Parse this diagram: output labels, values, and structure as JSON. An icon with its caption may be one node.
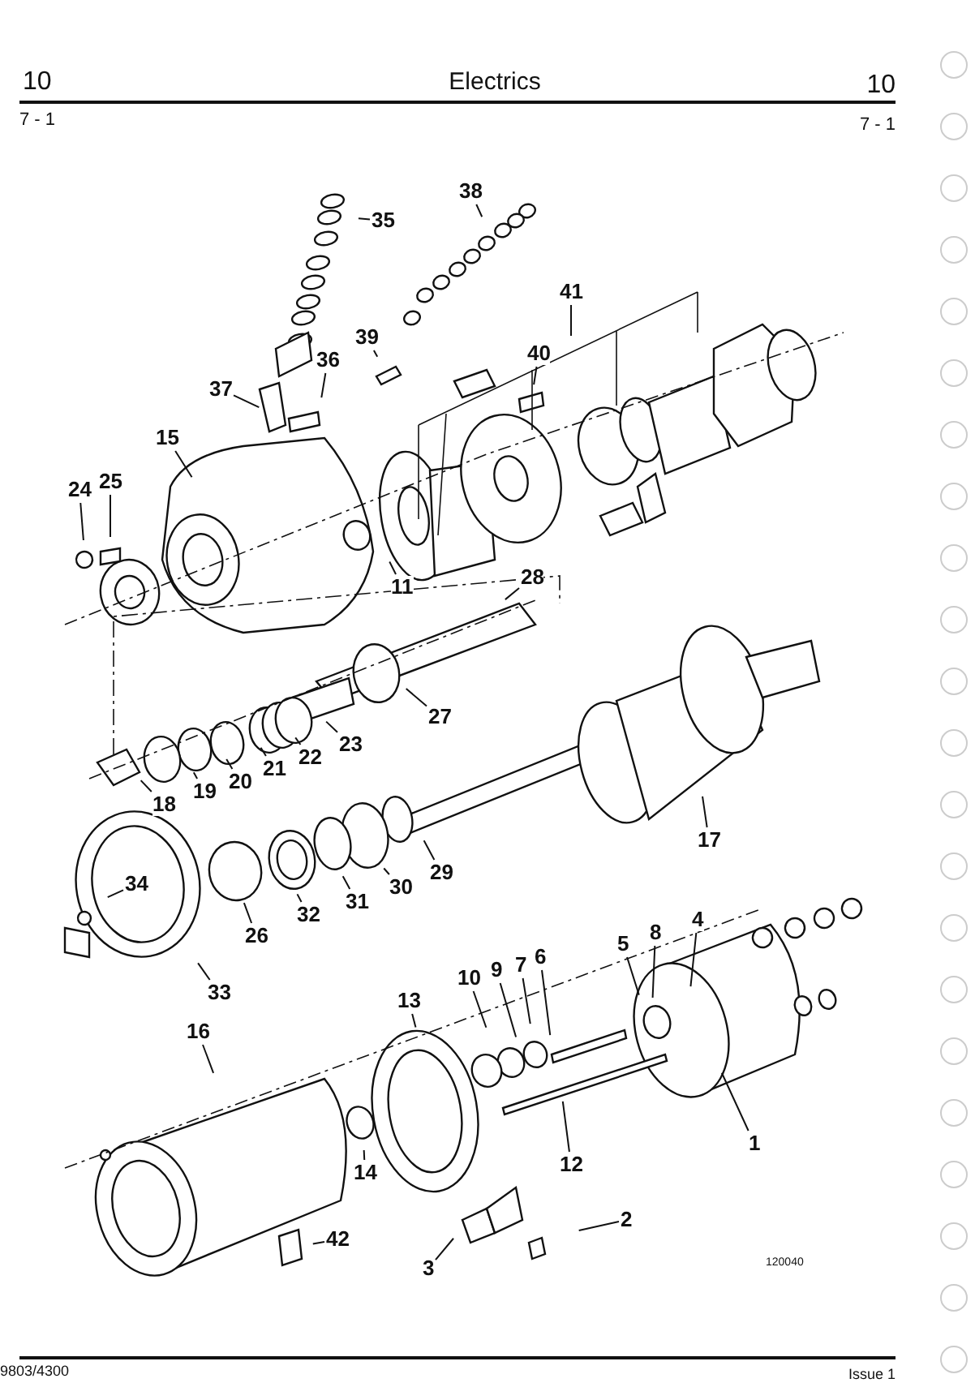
{
  "diagram": {
    "title": "Electrics",
    "nodes": [
      {
        "text": [
          "1"
        ]
      },
      {
        "text": [
          "2"
        ]
      },
      {
        "text": [
          "3"
        ]
      },
      {
        "text": [
          "4"
        ]
      },
      {
        "text": [
          "5"
        ]
      },
      {
        "text": [
          "6"
        ]
      },
      {
        "text": [
          "7"
        ]
      },
      {
        "text": [
          "8"
        ]
      },
      {
        "text": [
          "9"
        ]
      },
      {
        "text": [
          "10"
        ]
      },
      {
        "text": [
          "11"
        ]
      },
      {
        "text": [
          "12"
        ]
      },
      {
        "text": [
          "13"
        ]
      },
      {
        "text": [
          "14"
        ]
      },
      {
        "text": [
          "15"
        ]
      },
      {
        "text": [
          "16"
        ]
      },
      {
        "text": [
          "17"
        ]
      },
      {
        "text": [
          "18"
        ]
      },
      {
        "text": [
          "19"
        ]
      },
      {
        "text": [
          "20"
        ]
      },
      {
        "text": [
          "21"
        ]
      },
      {
        "text": [
          "22"
        ]
      },
      {
        "text": [
          "23"
        ]
      },
      {
        "text": [
          "24"
        ]
      },
      {
        "text": [
          "25"
        ]
      },
      {
        "text": [
          "26"
        ]
      },
      {
        "text": [
          "27"
        ]
      },
      {
        "text": [
          "28"
        ]
      },
      {
        "text": [
          "29"
        ]
      },
      {
        "text": [
          "30"
        ]
      },
      {
        "text": [
          "31"
        ]
      },
      {
        "text": [
          "32"
        ]
      },
      {
        "text": [
          "33"
        ]
      },
      {
        "text": [
          "34"
        ]
      },
      {
        "text": [
          "35"
        ]
      },
      {
        "text": [
          "36"
        ]
      },
      {
        "text": [
          "37"
        ]
      },
      {
        "text": [
          "38"
        ]
      },
      {
        "text": [
          "39"
        ]
      },
      {
        "text": [
          "40"
        ]
      },
      {
        "text": [
          "41"
        ]
      },
      {
        "text": [
          "42"
        ]
      }
    ],
    "edges": [
      {
        "from": 0,
        "to": null,
        "arrow": "none"
      },
      {
        "from": 1,
        "to": null,
        "arrow": "none"
      },
      {
        "from": 2,
        "to": null,
        "arrow": "none"
      },
      {
        "from": 3,
        "to": null,
        "arrow": "none"
      },
      {
        "from": 4,
        "to": null,
        "arrow": "none"
      },
      {
        "from": 5,
        "to": null,
        "arrow": "none"
      },
      {
        "from": 6,
        "to": null,
        "arrow": "none"
      },
      {
        "from": 7,
        "to": null,
        "arrow": "none"
      },
      {
        "from": 8,
        "to": null,
        "arrow": "none"
      },
      {
        "from": 9,
        "to": null,
        "arrow": "none"
      },
      {
        "from": 10,
        "to": null,
        "arrow": "none"
      },
      {
        "from": 11,
        "to": null,
        "arrow": "none"
      },
      {
        "from": 12,
        "to": null,
        "arrow": "none"
      },
      {
        "from": 13,
        "to": null,
        "arrow": "none"
      },
      {
        "from": 14,
        "to": null,
        "arrow": "none"
      },
      {
        "from": 15,
        "to": null,
        "arrow": "none"
      },
      {
        "from": 16,
        "to": null,
        "arrow": "none"
      },
      {
        "from": 17,
        "to": null,
        "arrow": "none"
      },
      {
        "from": 18,
        "to": null,
        "arrow": "none"
      },
      {
        "from": 19,
        "to": null,
        "arrow": "none"
      },
      {
        "from": 20,
        "to": null,
        "arrow": "none"
      },
      {
        "from": 21,
        "to": null,
        "arrow": "none"
      },
      {
        "from": 22,
        "to": null,
        "arrow": "none"
      },
      {
        "from": 23,
        "to": null,
        "arrow": "none"
      },
      {
        "from": 24,
        "to": null,
        "arrow": "none"
      },
      {
        "from": 25,
        "to": null,
        "arrow": "none"
      },
      {
        "from": 26,
        "to": null,
        "arrow": "none"
      },
      {
        "from": 27,
        "to": null,
        "arrow": "none"
      },
      {
        "from": 28,
        "to": null,
        "arrow": "none"
      },
      {
        "from": 29,
        "to": null,
        "arrow": "none"
      },
      {
        "from": 30,
        "to": null,
        "arrow": "none"
      },
      {
        "from": 31,
        "to": null,
        "arrow": "none"
      },
      {
        "from": 32,
        "to": null,
        "arrow": "none"
      },
      {
        "from": 33,
        "to": null,
        "arrow": "none"
      },
      {
        "from": 34,
        "to": null,
        "arrow": "none"
      },
      {
        "from": 35,
        "to": null,
        "arrow": "none"
      },
      {
        "from": 36,
        "to": null,
        "arrow": "none"
      },
      {
        "from": 37,
        "to": null,
        "arrow": "none"
      },
      {
        "from": 38,
        "to": null,
        "arrow": "none"
      },
      {
        "from": 39,
        "to": null,
        "arrow": "none"
      },
      {
        "from": 40,
        "to": null,
        "arrow": "none"
      },
      {
        "from": 41,
        "to": null,
        "arrow": "none"
      }
    ],
    "labels": [
      "10",
      "10",
      "7 - 1",
      "7 - 1",
      "120040",
      "9803/4300",
      "Issue 1"
    ]
  }
}
